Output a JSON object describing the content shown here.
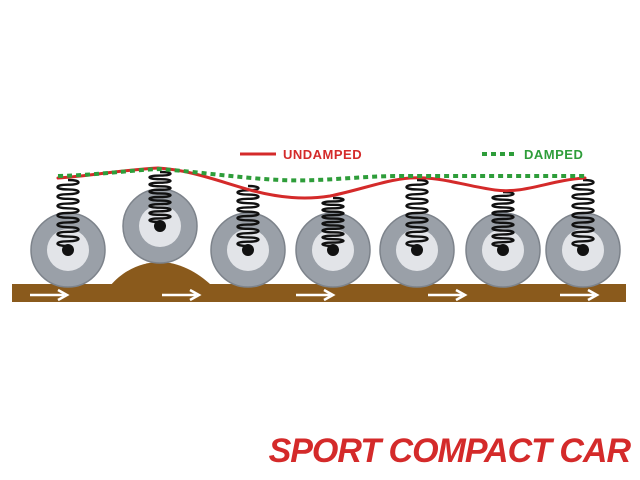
{
  "legend": {
    "undamped": {
      "label": "UNDAMPED",
      "color": "#d42a2a"
    },
    "damped": {
      "label": "DAMPED",
      "color": "#2e9d3a"
    }
  },
  "brand": {
    "text": "SPORT COMPACT CAR",
    "color": "#d42a2a"
  },
  "colors": {
    "road": "#8a5a1c",
    "tire": "#9aa0a8",
    "tire_edge": "#7d838b",
    "rim": "#e2e4e8",
    "hub": "#111111",
    "spring": "#111111",
    "arrow": "#ffffff"
  },
  "wheel_count": 7,
  "road_arrow_count": 5
}
